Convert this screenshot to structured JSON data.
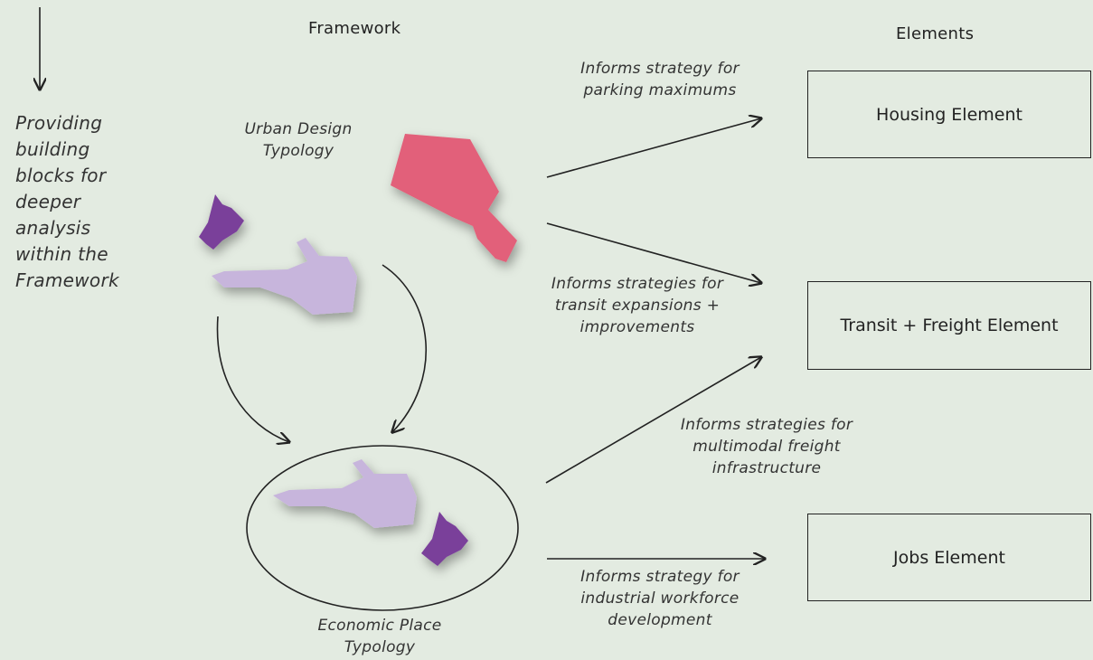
{
  "headers": {
    "framework": "Framework",
    "elements": "Elements"
  },
  "side_note": [
    "Providing",
    "building",
    "blocks for",
    "deeper",
    "analysis",
    "within the",
    "Framework"
  ],
  "typologies": {
    "urban_design": [
      "Urban Design",
      "Typology"
    ],
    "economic_place": [
      "Economic Place",
      "Typology"
    ]
  },
  "element_boxes": {
    "housing": "Housing Element",
    "transit": "Transit + Freight Element",
    "jobs": "Jobs Element"
  },
  "annotations": {
    "parking": [
      "Informs strategy for",
      "parking maximums"
    ],
    "transit": [
      "Informs strategies for",
      "transit expansions +",
      "improvements"
    ],
    "freight": [
      "Informs strategies for",
      "multimodal freight",
      "infrastructure"
    ],
    "workforce": [
      "Informs strategy for",
      "industrial workforce",
      "development"
    ]
  },
  "colors": {
    "background": "#e3ebe1",
    "urban_shape": "#e2607a",
    "lilac_shape": "#c7b5dc",
    "purple_shape": "#7a3f9a",
    "line": "#222222"
  }
}
